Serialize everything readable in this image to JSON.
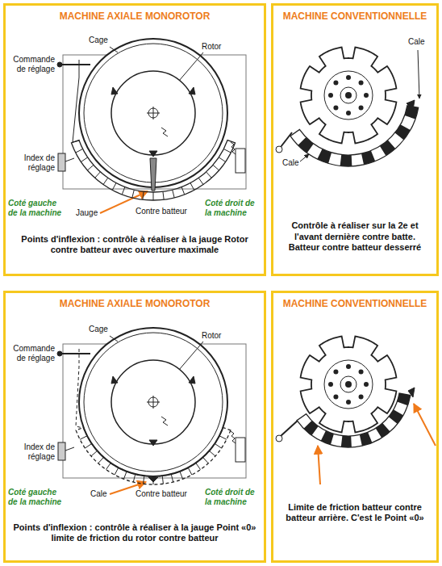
{
  "diagram": {
    "nodes": [
      {
        "text": [
          "MACHINE AXIALE MONOROTOR",
          "Points d'inflexion : contrôle à réaliser à la jauge Rotor contre batteur avec ouverture maximale"
        ]
      },
      {
        "text": [
          "MACHINE CONVENTIONNELLE",
          "Contrôle à réaliser sur la 2e et l'avant dernière contre batte. Batteur contre batteur desserré"
        ]
      },
      {
        "text": [
          "MACHINE AXIALE MONOROTOR",
          "Points d'inflexion : contrôle à réaliser à la jauge Point «0» limite de friction du rotor contre batteur"
        ]
      },
      {
        "text": [
          "MACHINE CONVENTIONNELLE",
          "Limite de friction batteur contre batteur arrière. C'est le Point «0»"
        ]
      }
    ],
    "labels": [
      "Commande de réglage",
      "Cage",
      "Rotor",
      "Index de réglage",
      "Jauge",
      "Contre batteur",
      "Coté gauche de la machine",
      "Coté droit de la machine",
      "Cale",
      "Cale",
      "Commande de réglage",
      "Cage",
      "Rotor",
      "Index de réglage",
      "Cale",
      "Contre batteur",
      "Coté gauche de la machine",
      "Coté droit de la machine"
    ]
  }
}
